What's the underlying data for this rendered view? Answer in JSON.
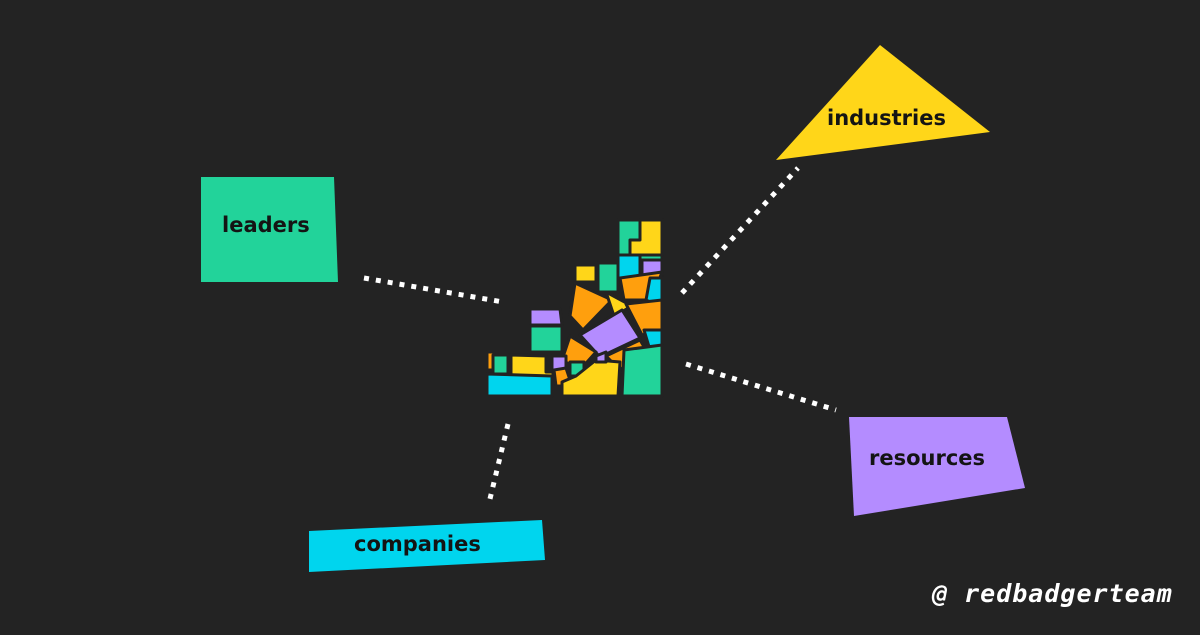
{
  "nodes": {
    "leaders": {
      "label": "leaders",
      "color": "#22d39a"
    },
    "industries": {
      "label": "industries",
      "color": "#ffd619"
    },
    "resources": {
      "label": "resources",
      "color": "#b48cff"
    },
    "companies": {
      "label": "companies",
      "color": "#00d5ee"
    }
  },
  "mosaic_colors": [
    "#22d39a",
    "#ffd619",
    "#ff9f0d",
    "#b48cff",
    "#00d5ee"
  ],
  "connector_color": "#ffffff",
  "background": "#232323",
  "handle": "@ redbadgerteam"
}
